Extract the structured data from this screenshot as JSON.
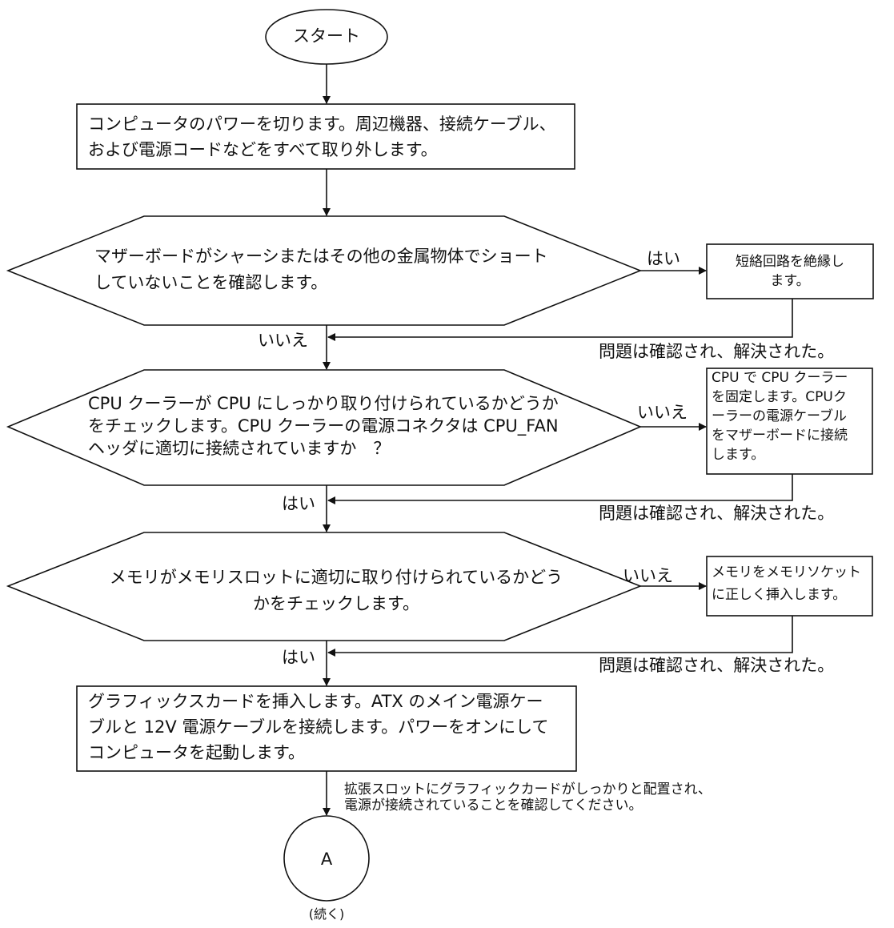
{
  "start": "スタート",
  "step1": {
    "line1": "コンピュータのパワーを切ります。周辺機器、接続ケーブル、",
    "line2": "および電源コードなどをすべて取り外します。"
  },
  "decision1": {
    "line1": "マザーボードがシャーシまたはその他の金属物体でショート",
    "line2": "していないことを確認します。",
    "yes_label": "はい",
    "no_label": "いいえ",
    "action": {
      "line1": "短絡回路を絶縁し",
      "line2": "ます。"
    },
    "resolved": "問題は確認され、解決された。"
  },
  "decision2": {
    "line1": "CPU クーラーが CPU にしっかり取り付けられているかどうか",
    "line2": "をチェックします。CPU クーラーの電源コネクタは CPU_FAN",
    "line3": "ヘッダに適切に接続されていますか　？",
    "yes_label": "はい",
    "no_label": "いいえ",
    "action": {
      "line1": "CPU で CPU クーラー",
      "line2": "を固定します。CPUク",
      "line3": "ーラーの電源ケーブル",
      "line4": "をマザーボードに接続",
      "line5": "します。"
    },
    "resolved": "問題は確認され、解決された。"
  },
  "decision3": {
    "line1": "メモリがメモリスロットに適切に取り付けられているかどう",
    "line2": "かをチェックします。",
    "yes_label": "はい",
    "no_label": "いいえ",
    "action": {
      "line1": "メモリをメモリソケット",
      "line2": "に正しく挿入します。"
    },
    "resolved": "問題は確認され、解決された。"
  },
  "step2": {
    "line1": "グラフィックスカードを挿入します。ATX のメイン電源ケー",
    "line2": "ブルと 12V 電源ケーブルを接続します。パワーをオンにして",
    "line3": "コンピュータを起動します。"
  },
  "note": {
    "line1": "拡張スロットにグラフィックカードがしっかりと配置され、",
    "line2": "電源が接続されていることを確認してください。"
  },
  "connector": {
    "label": "A",
    "continued": "(続く)"
  }
}
